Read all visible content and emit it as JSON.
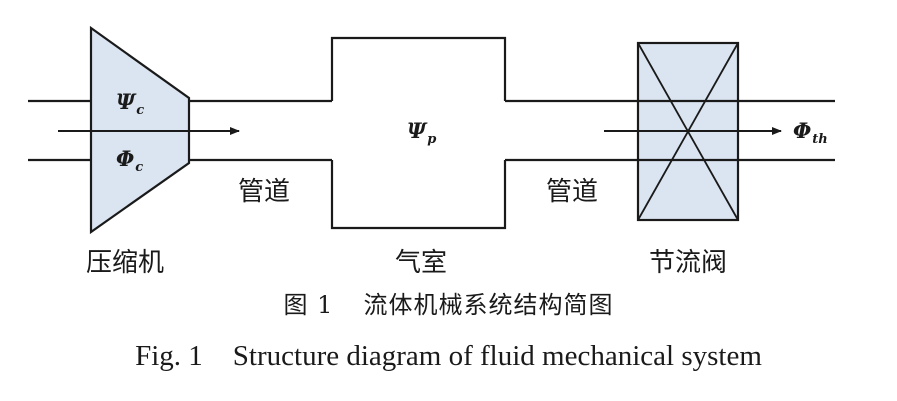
{
  "colors": {
    "stroke": "#1a1a1a",
    "component_fill": "#dbe5f1"
  },
  "components": {
    "compressor": {
      "label": "压缩机",
      "psi": "Ψ",
      "psi_sub": "c",
      "phi": "Φ",
      "phi_sub": "c"
    },
    "pipe_left": {
      "label": "管道"
    },
    "plenum": {
      "label": "气室",
      "psi": "Ψ",
      "psi_sub": "p"
    },
    "pipe_right": {
      "label": "管道"
    },
    "throttle": {
      "label": "节流阀",
      "phi": "Φ",
      "phi_sub": "th"
    }
  },
  "caption": {
    "cn_number": "图 1",
    "cn_title": "流体机械系统结构简图",
    "en_number": "Fig. 1",
    "en_title": "Structure diagram of fluid mechanical system"
  }
}
